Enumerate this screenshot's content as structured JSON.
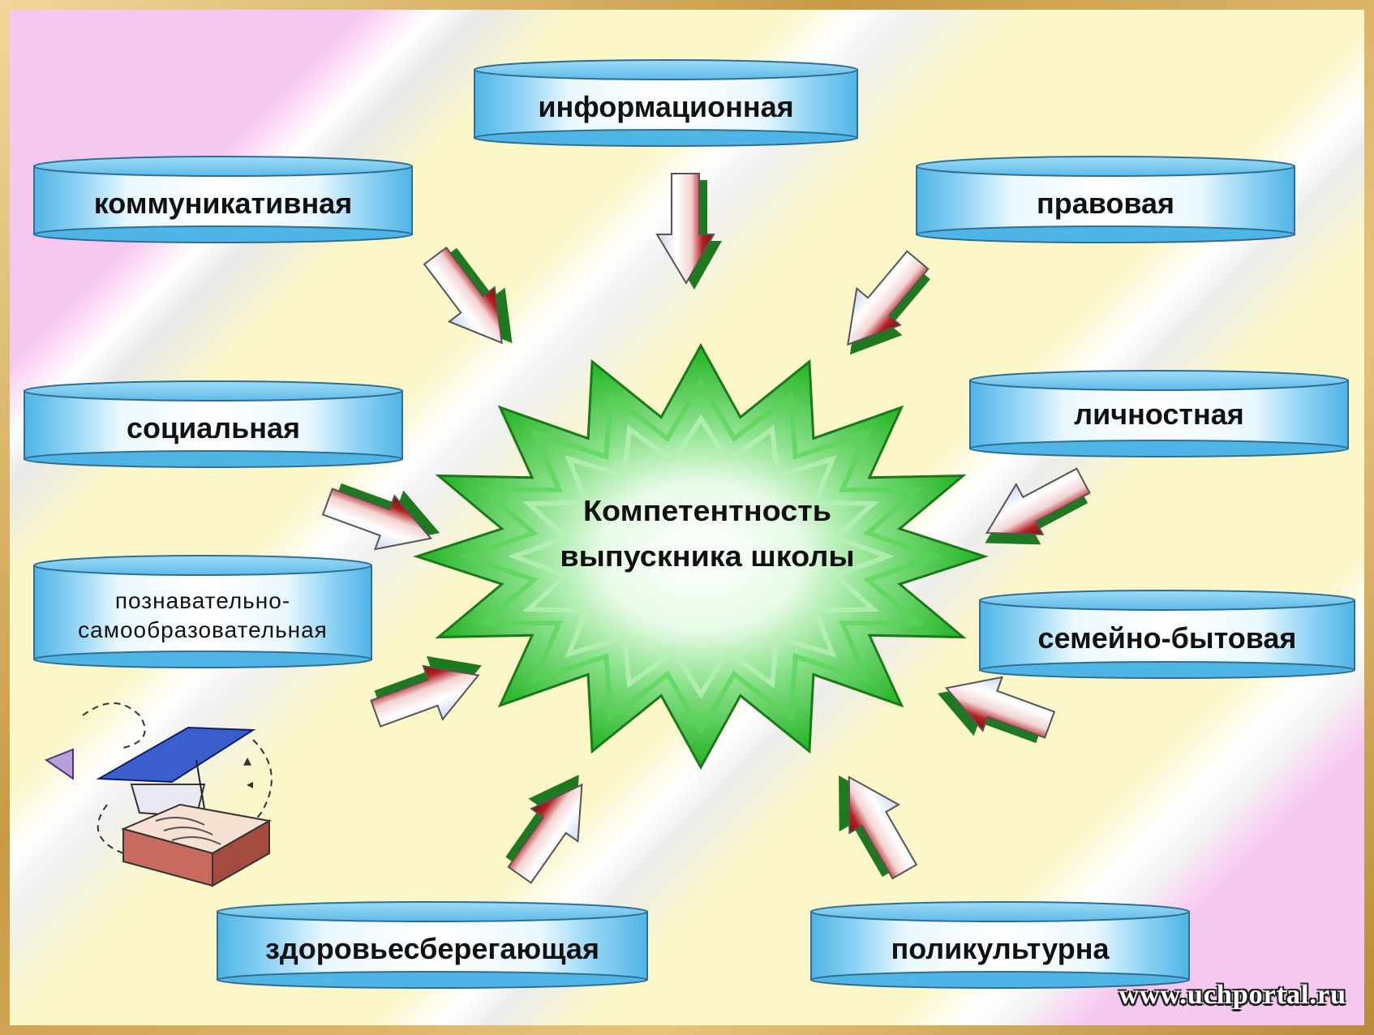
{
  "center": {
    "line1": "Компетентность",
    "line2": "выпускника школы"
  },
  "nodes": {
    "informational": "информационная",
    "communicative": "коммуникативная",
    "legal": "правовая",
    "social": "социальная",
    "personal": "личностная",
    "cognitive_line1": "познавательно-",
    "cognitive_line2": "самообразовательная",
    "family": "семейно-бытовая",
    "health": "здоровьесберегающая",
    "multicultural": "поликультурна"
  },
  "watermark": "www.uchportal.ru",
  "colors": {
    "cylinder": "#7cc9ef",
    "cylinder_light": "#d8f1fb",
    "star": "#33cc33",
    "arrow_red": "#b22222",
    "arrow_shadow": "#1f7a1f"
  }
}
